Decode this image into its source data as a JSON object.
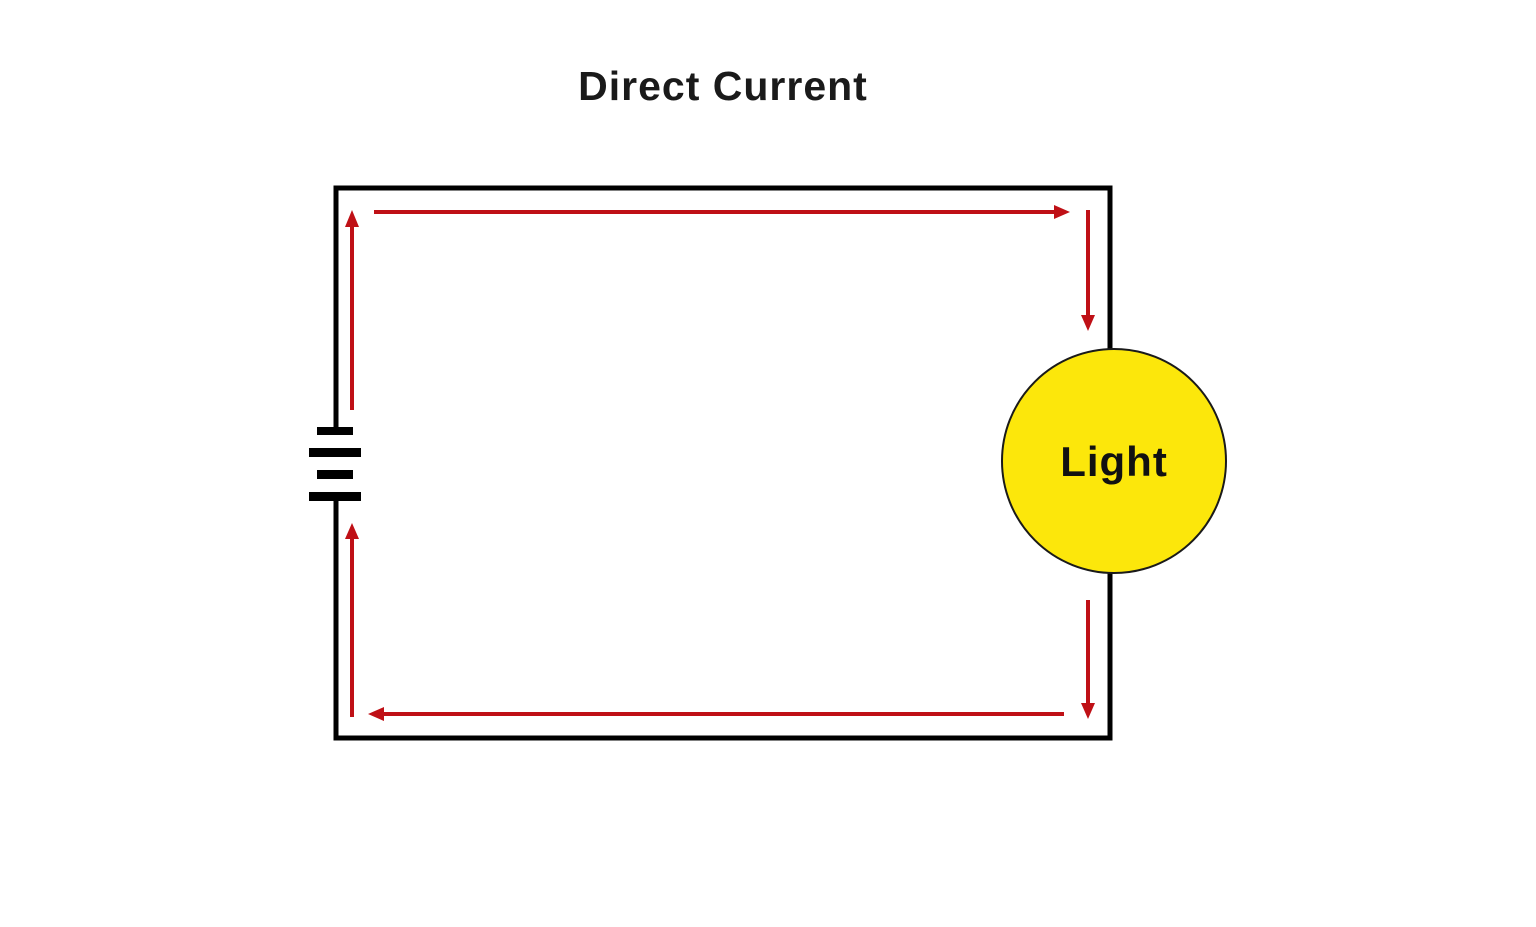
{
  "title": "Direct Current",
  "bulb": {
    "label": "Light"
  },
  "battery": {
    "name": "battery-symbol",
    "plates": [
      "short",
      "long",
      "short",
      "long"
    ]
  },
  "current_flow": {
    "pattern": "clockwise",
    "arrows": [
      {
        "position": "left-upper",
        "direction": "up"
      },
      {
        "position": "top",
        "direction": "right"
      },
      {
        "position": "right-upper",
        "direction": "down"
      },
      {
        "position": "right-lower",
        "direction": "down"
      },
      {
        "position": "bottom",
        "direction": "left"
      },
      {
        "position": "left-lower",
        "direction": "up"
      }
    ]
  },
  "colors": {
    "background": "#ffffff",
    "wire": "#000000",
    "arrow_red": "#bf1016",
    "bulb_yellow": "#fce70b",
    "bulb_outline": "#1a1a1a",
    "title_text": "#1a1a1a"
  }
}
